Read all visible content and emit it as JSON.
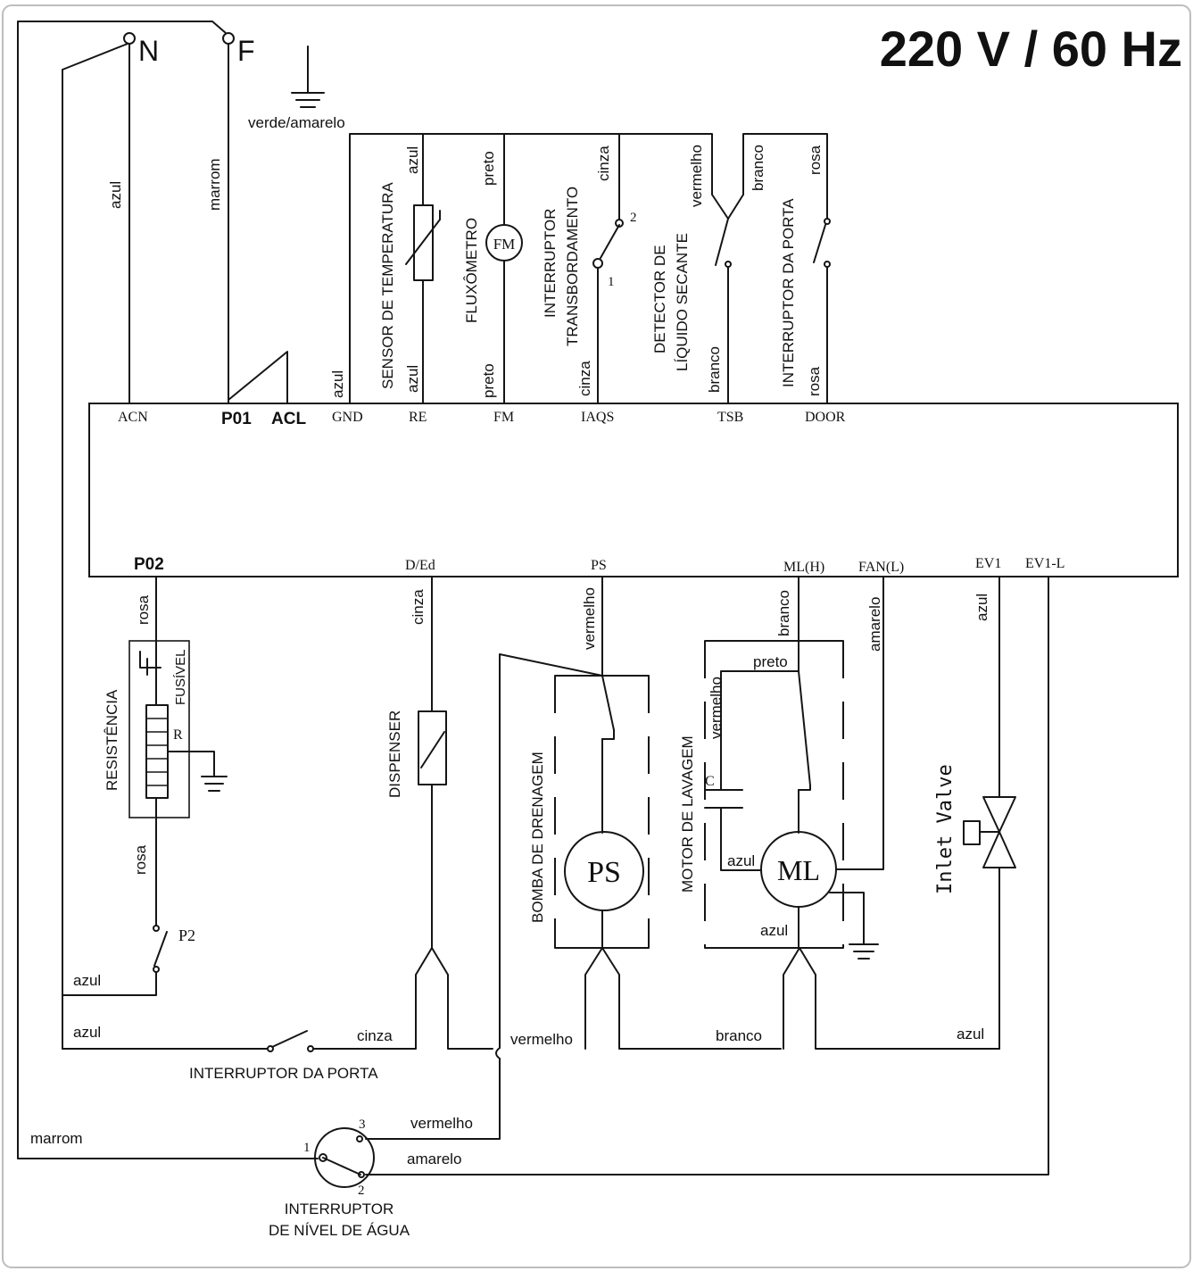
{
  "header": {
    "title": "220 V / 60 Hz"
  },
  "supply": {
    "neutral": "N",
    "phase": "F",
    "ground_wire": "verde/amarelo"
  },
  "board": {
    "top_pins": {
      "acn": "ACN",
      "p01": "P01",
      "acl": "ACL",
      "gnd": "GND",
      "re": "RE",
      "fm": "FM",
      "iaqs": "IAQS",
      "tsb": "TSB",
      "door": "DOOR"
    },
    "bottom_pins": {
      "p02": "P02",
      "ded": "D/Ed",
      "ps": "PS",
      "mlh": "ML(H)",
      "fanl": "FAN(L)",
      "ev1": "EV1",
      "ev1l": "EV1-L"
    }
  },
  "components": {
    "temp_sensor": "SENSOR DE TEMPERATURA",
    "flowmeter": "FLUXÔMETRO",
    "flowmeter_symbol": "FM",
    "overflow_line1": "INTERRUPTOR",
    "overflow_line2": "TRANSBORDAMENTO",
    "overflow_pin1": "1",
    "overflow_pin2": "2",
    "rinse_line1": "DETECTOR DE",
    "rinse_line2": "LÍQUIDO SECANTE",
    "door_switch_top": "INTERRUPTOR DA PORTA",
    "heater": "RESISTÊNCIA",
    "fuse": "FUSÍVEL",
    "heater_r": "R",
    "p2": "P2",
    "dispenser": "DISPENSER",
    "drain_pump": "BOMBA DE DRENAGEM",
    "drain_symbol": "PS",
    "wash_motor": "MOTOR DE LAVAGEM",
    "wash_symbol": "ML",
    "capacitor": "C",
    "inlet_valve": "Inlet Valve",
    "door_switch_bottom": "INTERRUPTOR DA PORTA",
    "level_line1": "INTERRUPTOR",
    "level_line2": "DE NÍVEL DE ÁGUA",
    "level_pin1": "1",
    "level_pin2": "2",
    "level_pin3": "3"
  },
  "wires": {
    "azul": "azul",
    "marrom": "marrom",
    "preto": "preto",
    "cinza": "cinza",
    "vermelho": "vermelho",
    "branco": "branco",
    "rosa": "rosa",
    "amarelo": "amarelo"
  }
}
